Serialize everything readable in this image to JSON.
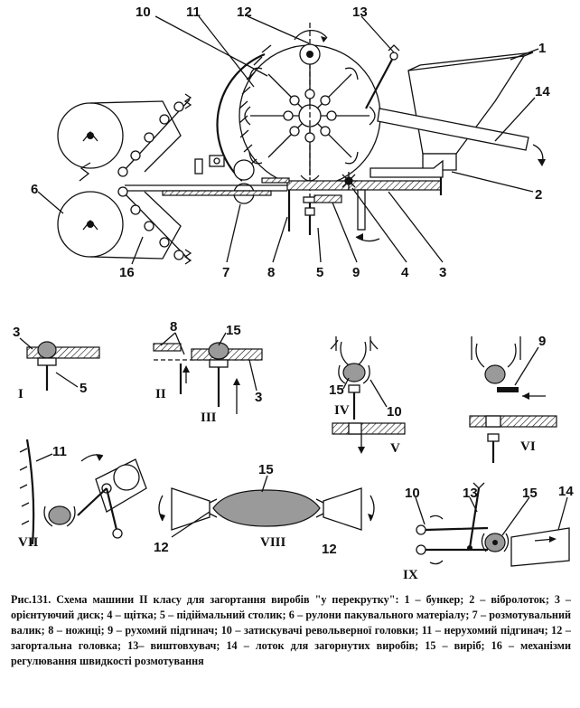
{
  "main_labels": [
    "10",
    "11",
    "12",
    "13",
    "1",
    "14",
    "6",
    "2",
    "7",
    "8",
    "5",
    "9",
    "4",
    "3",
    "16"
  ],
  "detail_labels": {
    "d1": [
      "3",
      "5",
      "I"
    ],
    "d2": [
      "8",
      "15",
      "II",
      "III",
      "3"
    ],
    "d3": [
      "15",
      "10",
      "IV",
      "V"
    ],
    "d4": [
      "9",
      "VI"
    ],
    "d5": [
      "11",
      "VII"
    ],
    "d6": [
      "15",
      "12",
      "VIII",
      "12"
    ],
    "d7": [
      "10",
      "13",
      "15",
      "14",
      "IX"
    ]
  },
  "caption": "Рис.131. Схема машини II класу для загортання виробів \"у перекрутку\": 1 – бункер; 2 – вібролоток; 3 – орієнтуючий диск; 4 – щітка; 5 – підіймальний столик; 6 – рулони пакувального матеріалу; 7 – розмотувальний валик; 8 – ножиці; 9 – рухомий підгинач; 10 – затискувачі револьверної головки; 11 – нерухомий підгинач; 12 – загортальна головка; 13– виштовхувач; 14 – лоток для загорнутих виробів; 15 – виріб; 16 – механізми регулювання швидкості розмотування"
}
